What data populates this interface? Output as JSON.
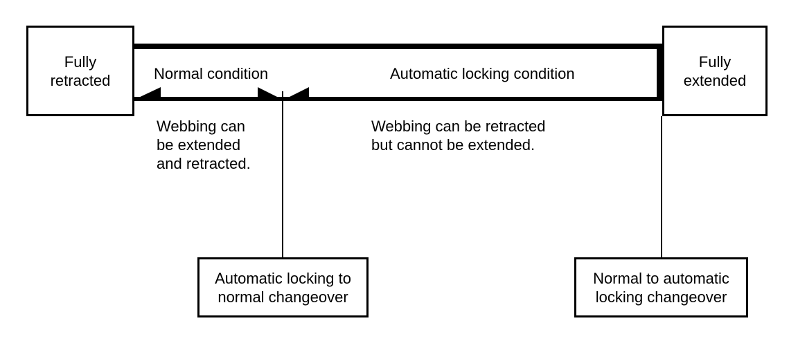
{
  "boxes": {
    "fully_retracted": "Fully\nretracted",
    "fully_extended": "Fully\nextended",
    "auto_to_normal": "Automatic locking to\nnormal changeover",
    "normal_to_auto": "Normal to automatic\nlocking changeover"
  },
  "labels": {
    "normal_condition": "Normal condition",
    "auto_locking_condition": "Automatic locking condition",
    "webbing_left": "Webbing can\nbe extended\nand retracted.",
    "webbing_right": "Webbing can be retracted\nbut cannot be extended."
  }
}
